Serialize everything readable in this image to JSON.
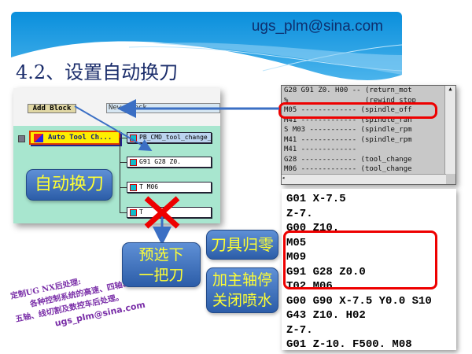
{
  "header": {
    "email": "ugs_plm@sina.com",
    "title": "4.2、设置自动换刀"
  },
  "panel": {
    "add_block": "Add Block",
    "new_block": "New Block",
    "auto_tool": "Auto Tool Ch...",
    "blocks": [
      "PB_CMD_tool_change_...",
      "G91 G28 Z0.",
      "T M06",
      "T"
    ]
  },
  "callouts": {
    "auto_change": "自动换刀",
    "tool_home": "刀具归零",
    "spindle_stop_1": "加主轴停",
    "spindle_stop_2": "关闭喷水",
    "preselect_1": "预选下",
    "preselect_2": "一把刀"
  },
  "editor": {
    "lines": [
      "G28 G91 Z0. H00 -- (return_mot",
      "%                  (rewind_stop",
      "M05 ------------- (spindle_off",
      "M41 ------------- (spindle_ran",
      "S M03 ----------- (spindle_rpm",
      "M41 ------------- (spindle_rpm",
      "M41 -------------",
      "G28 ------------- (tool_change",
      "M06 ------------- (tool_change"
    ]
  },
  "code": {
    "lines": [
      "G01 X-7.5",
      "Z-7.",
      "G00 Z10.",
      "M05",
      "M09",
      "G91 G28 Z0.0",
      "T02 M06",
      "G00 G90 X-7.5 Y0.0 S10",
      "G43 Z10. H02",
      "Z-7.",
      "G01 Z-10. F500. M08"
    ]
  },
  "stamp": {
    "line1": "定制UG NX后处理:",
    "line2": "各种控制系统的高速、四轴、",
    "line3": "五轴、线切割及数控车后处理。",
    "line4": "ugs_plm@sina.com"
  },
  "colors": {
    "accent": "#0a8fdc",
    "highlight": "#e00000",
    "callout_text": "#ffff33"
  }
}
